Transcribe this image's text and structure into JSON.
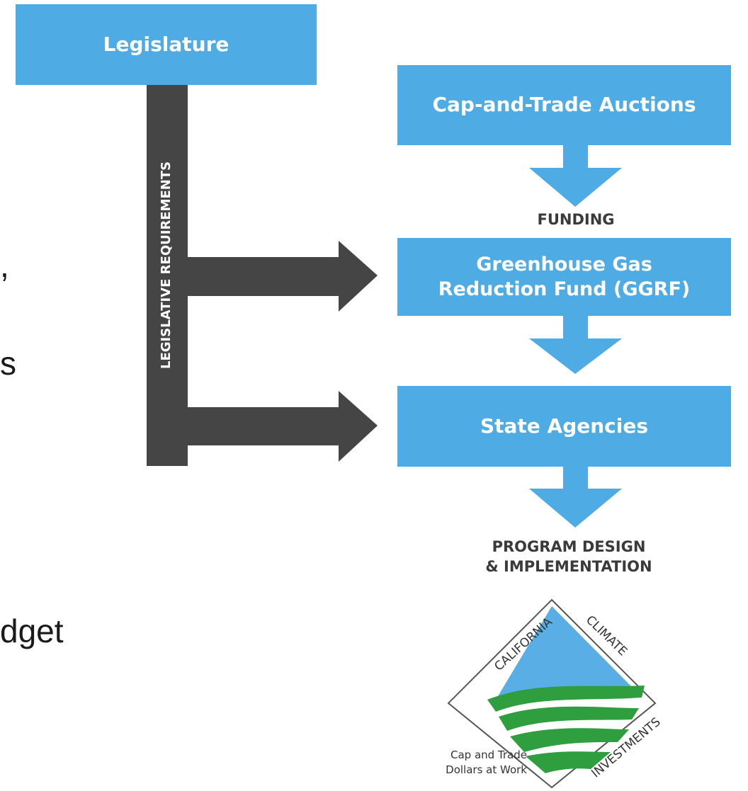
{
  "colors": {
    "box_fill": "#4fabe3",
    "dark_bar": "#454545",
    "logo_green": "#2e9e3e",
    "logo_blue": "#5aaee6"
  },
  "left_fragments": {
    "f1": ",",
    "f2": "s",
    "f3": "dget"
  },
  "diagram": {
    "legislature": "Legislature",
    "vertical_label": "LEGISLATIVE REQUIREMENTS",
    "cap_trade": "Cap-and-Trade Auctions",
    "funding": "FUNDING",
    "ggrf_line1": "Greenhouse Gas",
    "ggrf_line2": "Reduction Fund (GGRF)",
    "state_agencies": "State Agencies",
    "program_line1": "PROGRAM DESIGN",
    "program_line2": "& IMPLEMENTATION"
  },
  "logo": {
    "california": "CALIFORNIA",
    "climate": "CLIMATE",
    "investments": "INVESTMENTS",
    "tagline1": "Cap and Trade",
    "tagline2": "Dollars at Work"
  }
}
